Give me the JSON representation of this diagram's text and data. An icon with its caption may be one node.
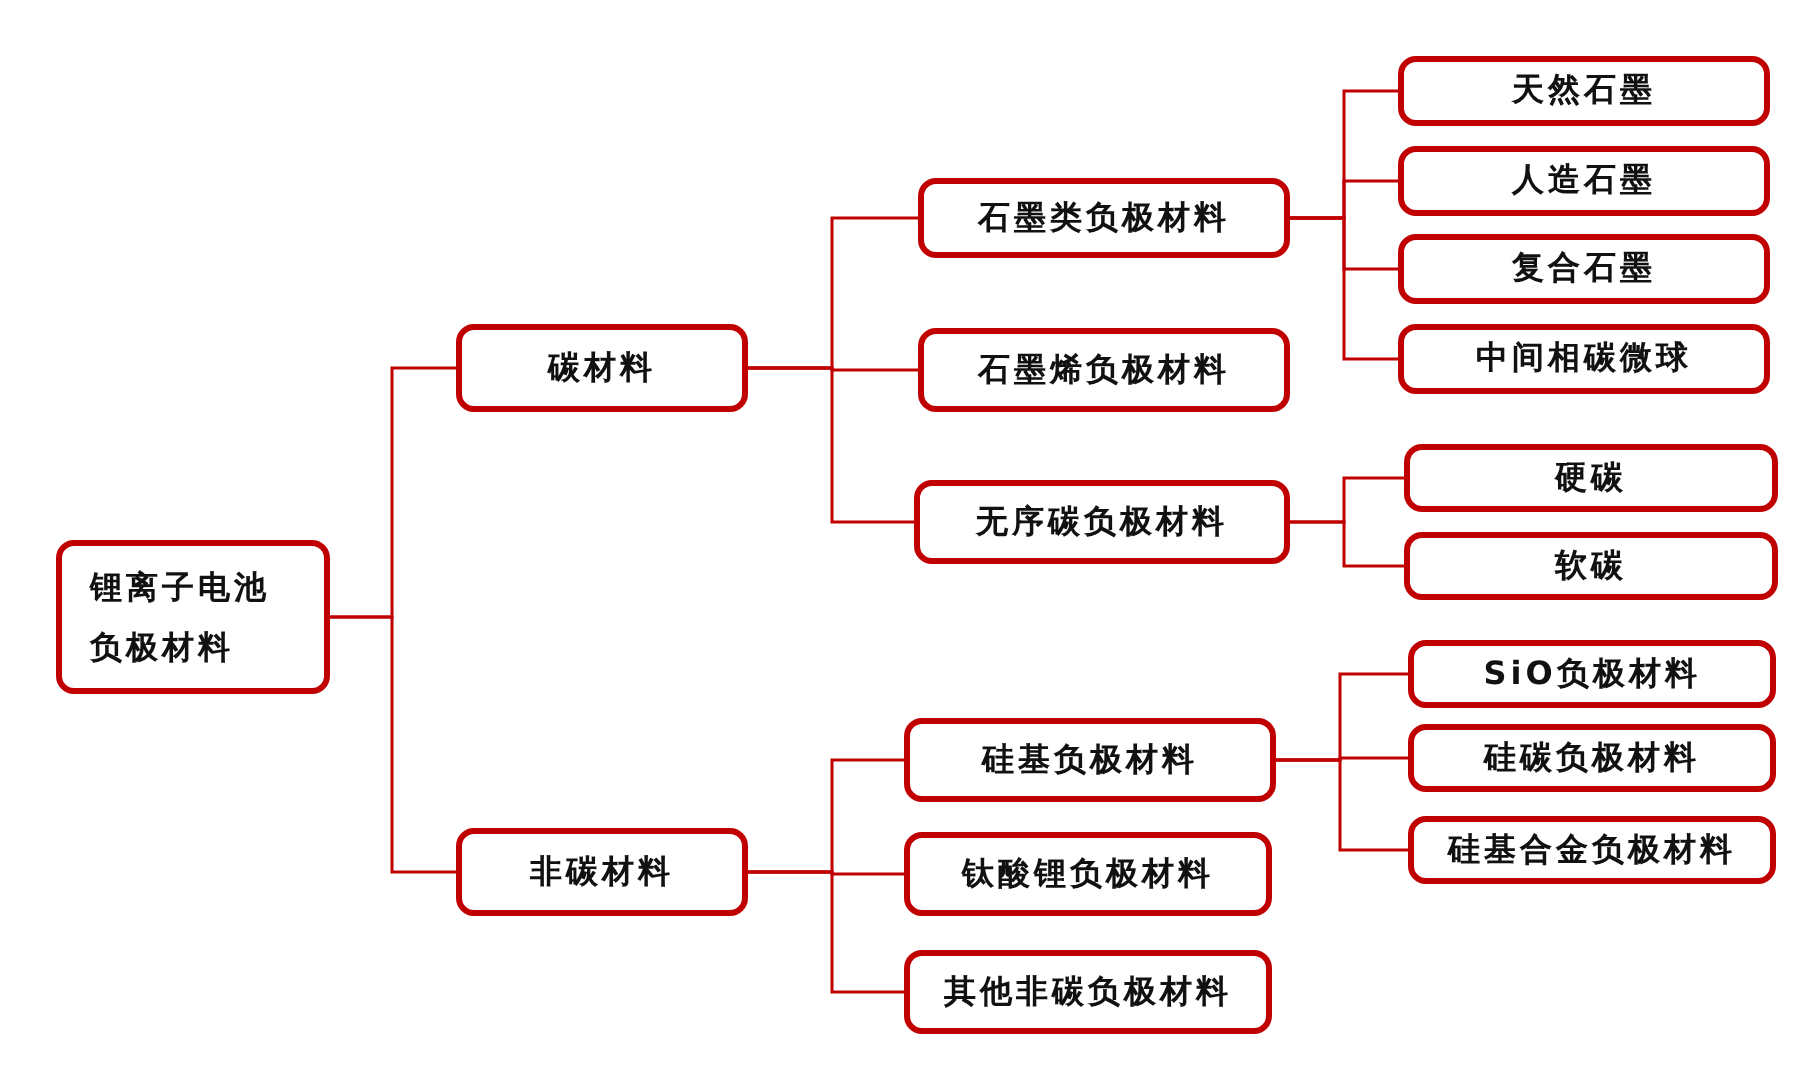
{
  "diagram": {
    "nodes": [
      {
        "text": [
          "锂离子电池负极材料"
        ]
      },
      {
        "text": [
          "碳材料"
        ]
      },
      {
        "text": [
          "非碳材料"
        ]
      },
      {
        "text": [
          "石墨类负极材料"
        ]
      },
      {
        "text": [
          "石墨烯负极材料"
        ]
      },
      {
        "text": [
          "无序碳负极材料"
        ]
      },
      {
        "text": [
          "硅基负极材料"
        ]
      },
      {
        "text": [
          "钛酸锂负极材料"
        ]
      },
      {
        "text": [
          "其他非碳负极材料"
        ]
      },
      {
        "text": [
          "天然石墨"
        ]
      },
      {
        "text": [
          "人造石墨"
        ]
      },
      {
        "text": [
          "复合石墨"
        ]
      },
      {
        "text": [
          "中间相碳微球"
        ]
      },
      {
        "text": [
          "硬碳"
        ]
      },
      {
        "text": [
          "软碳"
        ]
      },
      {
        "text": [
          "SiO负极材料"
        ]
      },
      {
        "text": [
          "硅碳负极材料"
        ]
      },
      {
        "text": [
          "硅基合金负极材料"
        ]
      }
    ],
    "edges": [
      {
        "from": 0,
        "to": 1,
        "arrow": "none"
      },
      {
        "from": 0,
        "to": 2,
        "arrow": "none"
      },
      {
        "from": 1,
        "to": 3,
        "arrow": "none"
      },
      {
        "from": 1,
        "to": 4,
        "arrow": "none"
      },
      {
        "from": 1,
        "to": 5,
        "arrow": "none"
      },
      {
        "from": 2,
        "to": 6,
        "arrow": "none"
      },
      {
        "from": 2,
        "to": 7,
        "arrow": "none"
      },
      {
        "from": 2,
        "to": 8,
        "arrow": "none"
      },
      {
        "from": 3,
        "to": 9,
        "arrow": "none"
      },
      {
        "from": 3,
        "to": 10,
        "arrow": "none"
      },
      {
        "from": 3,
        "to": 11,
        "arrow": "none"
      },
      {
        "from": 3,
        "to": 12,
        "arrow": "none"
      },
      {
        "from": 5,
        "to": 13,
        "arrow": "none"
      },
      {
        "from": 5,
        "to": 14,
        "arrow": "none"
      },
      {
        "from": 6,
        "to": 15,
        "arrow": "none"
      },
      {
        "from": 6,
        "to": 16,
        "arrow": "none"
      },
      {
        "from": 6,
        "to": 17,
        "arrow": "none"
      }
    ]
  }
}
